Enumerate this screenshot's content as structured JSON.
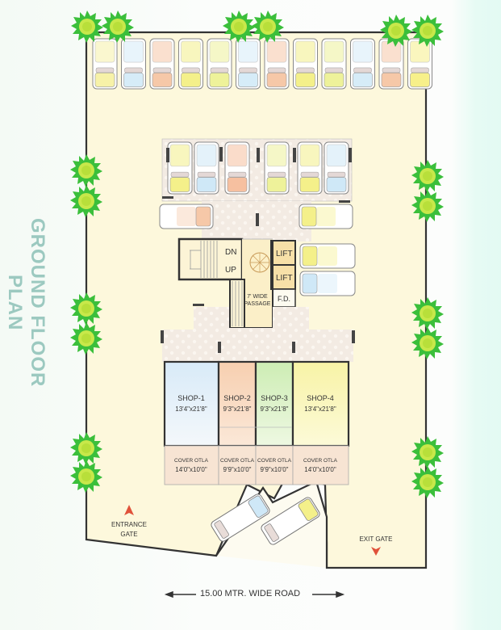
{
  "title": "GROUND FLOOR PLAN",
  "road": {
    "label": "15.00 MTR. WIDE ROAD"
  },
  "colors": {
    "site_fill": "#fdf8dc",
    "wall": "#333333",
    "tree_outer": "#3bbf3b",
    "tree_inner": "#c8e84a",
    "title": "#9cc9c0",
    "arrow": "#e0523a",
    "shop1": "#dcedf8",
    "shop2": "#f8d2b4",
    "shop3": "#d2efb8",
    "shop4": "#f8f4b0",
    "otla": "#f7e4d3",
    "lift": "#f7e0a8",
    "passage": "#fbefc8"
  },
  "core": {
    "stair_dn": "DN",
    "stair_up": "UP",
    "lift1": "LIFT",
    "lift2": "LIFT",
    "fd": "F.D.",
    "passage_line1": "7' WIDE",
    "passage_line2": "PASSAGE"
  },
  "shops": [
    {
      "name": "SHOP-1",
      "size": "13'4\"x21'8\""
    },
    {
      "name": "SHOP-2",
      "size": "9'3\"x21'8\""
    },
    {
      "name": "SHOP-3",
      "size": "9'3\"x21'8\""
    },
    {
      "name": "SHOP-4",
      "size": "13'4\"x21'8\""
    }
  ],
  "otlas": [
    {
      "name": "COVER OTLA",
      "size": "14'0\"x10'0\""
    },
    {
      "name": "COVER OTLA",
      "size": "9'9\"x10'0\""
    },
    {
      "name": "COVER OTLA",
      "size": "9'9\"x10'0\""
    },
    {
      "name": "COVER OTLA",
      "size": "14'0\"x10'0\""
    }
  ],
  "gates": {
    "entrance_line1": "ENTRANCE",
    "entrance_line2": "GATE",
    "exit": "EXIT GATE"
  },
  "parking": {
    "top_row_colors": [
      "#f7f2a8",
      "#d6ecf8",
      "#f6c8a8",
      "#f4f08a",
      "#eef29a",
      "#d6ecf8",
      "#f6c8a8",
      "#f4f08a",
      "#eef29a",
      "#d6ecf8",
      "#f6c8a8",
      "#f7f08a"
    ],
    "inner_row_colors": [
      "#f4f08a",
      "#cfe8f7",
      "#f6c0a0",
      "#eef29a",
      "#f4f08a",
      "#cfe8f7"
    ],
    "side_cars": [
      "#f6c8a8",
      "#f4f08a",
      "#f4f08a",
      "#cfe8f7"
    ],
    "angled_cars": [
      "#cfe8f7",
      "#f4f08a"
    ]
  }
}
